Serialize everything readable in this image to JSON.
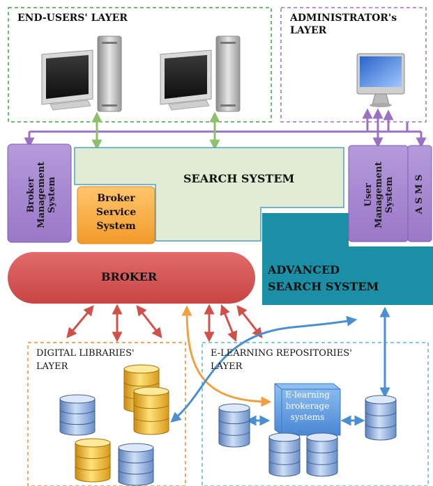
{
  "layers": {
    "end_users": "END-USERS' LAYER",
    "administrator_line1": "ADMINISTRATOR's",
    "administrator_line2": "LAYER",
    "digital_libraries_line1": "DIGITAL LIBRARIES'",
    "digital_libraries_line2": "LAYER",
    "elearning_line1": "E-LEARNING REPOSITORIES'",
    "elearning_line2": "LAYER"
  },
  "components": {
    "broker_management_line1": "Broker",
    "broker_management_line2": "Management",
    "broker_management_line3": "System",
    "broker_service_line1": "Broker",
    "broker_service_line2": "Service",
    "broker_service_line3": "System",
    "search_system": "SEARCH SYSTEM",
    "user_management_line1": "User",
    "user_management_line2": "Management",
    "user_management_line3": "System",
    "asms": "A S M S",
    "broker": "BROKER",
    "advanced_search_line1": "ADVANCED",
    "advanced_search_line2": "SEARCH SYSTEM",
    "elearning_brokerage_line1": "E-learning",
    "elearning_brokerage_line2": "brokerage",
    "elearning_brokerage_line3": "systems"
  },
  "colors": {
    "end_users_border": "#3aa53a",
    "administrator_border": "#9b72c6",
    "digital_libraries_border": "#f08a3a",
    "elearning_border": "#5bbccf",
    "broker_management_fill": "#a98ad0",
    "broker_service_fill": "#f7a73d",
    "search_system_fill": "#e1edd3",
    "search_system_border": "#4aa0c8",
    "broker_fill": "#d85555",
    "advanced_search_fill": "#1b8fa6",
    "purple_arrow": "#9a70c2",
    "green_arrow": "#8cc06a",
    "red_arrow": "#d0504a",
    "orange_arrow": "#f0a040",
    "blue_arrow": "#4a8fd0"
  },
  "icons": [
    "desktop-computer-icon",
    "desktop-computer-icon",
    "imac-icon",
    "database-icon",
    "brokerage-cube-icon"
  ]
}
